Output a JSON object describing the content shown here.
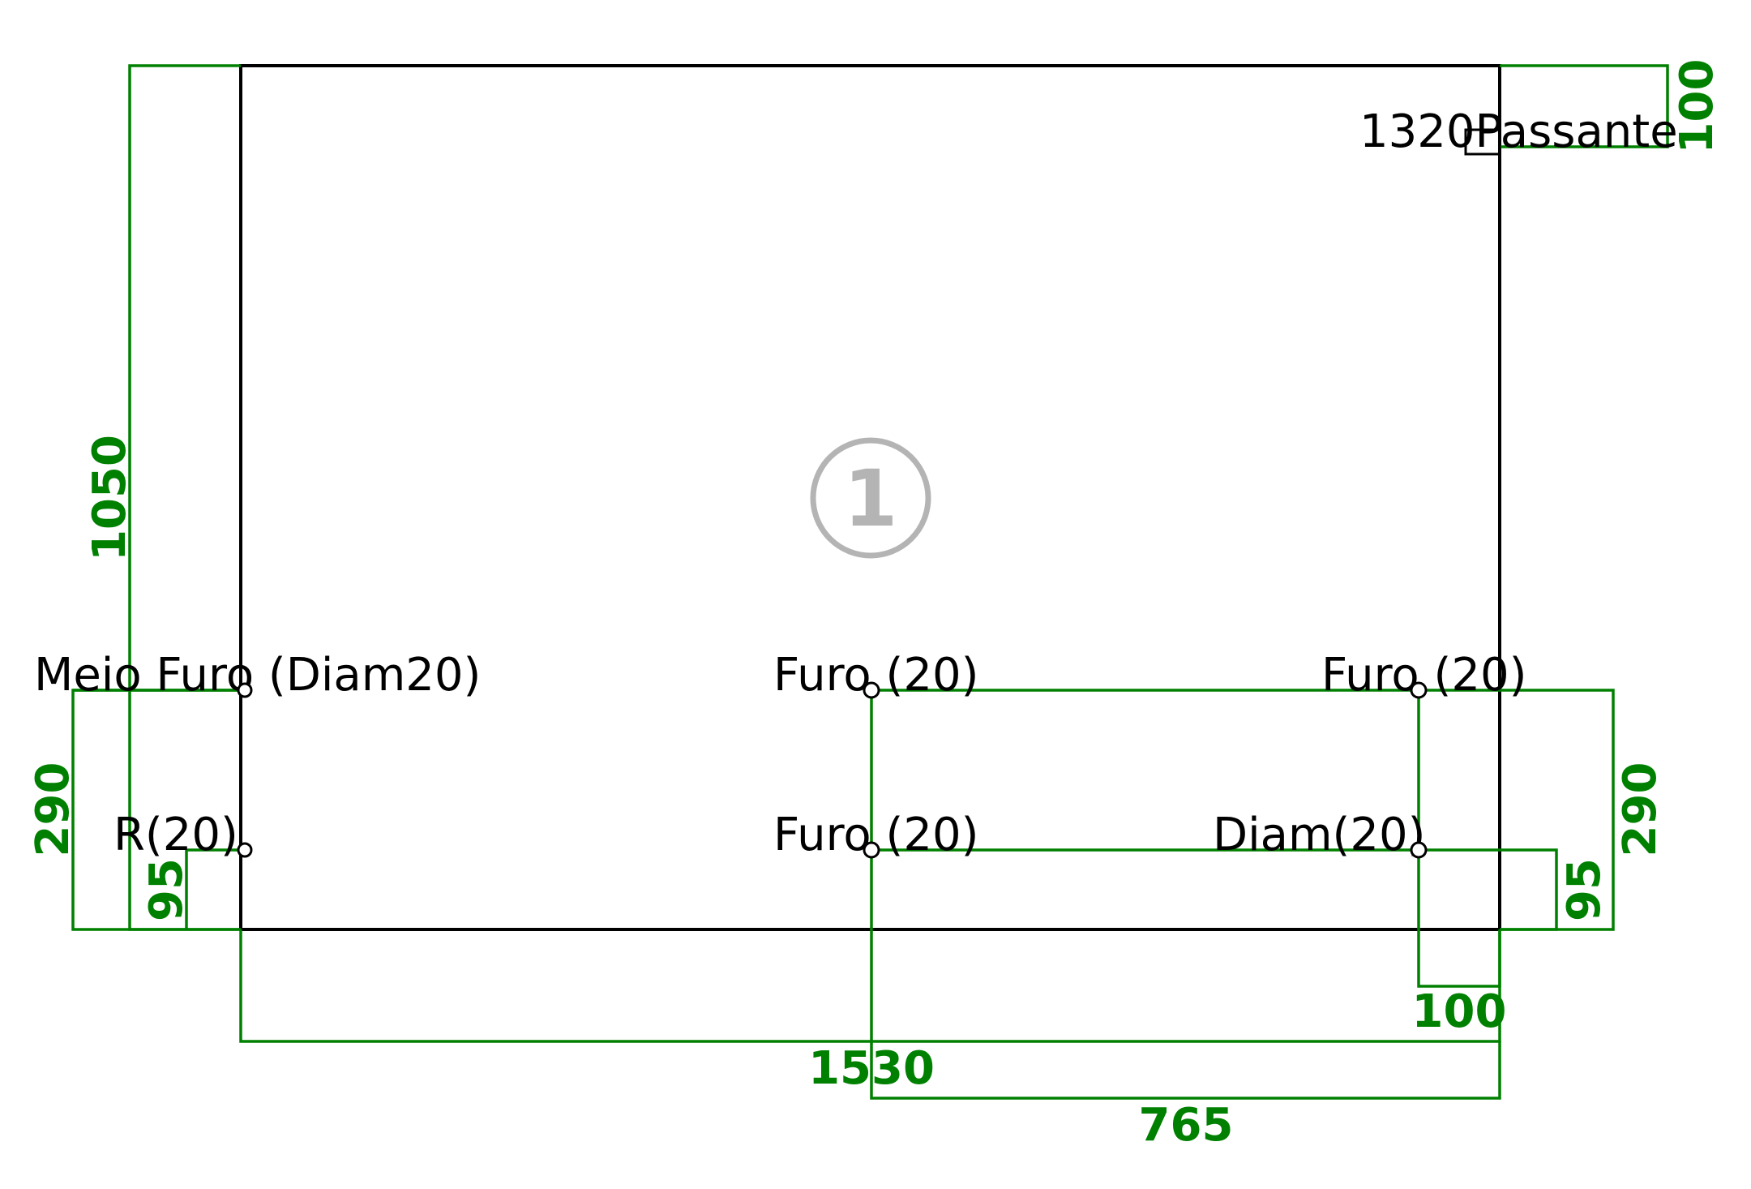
{
  "part_number": "1",
  "colors": {
    "outline": "#000000",
    "dimension": "#008000",
    "badge": "#b4b4b4"
  },
  "labels": {
    "top_right": "1320Passante",
    "half_hole": "Meio Furo (Diam20)",
    "hole_center_upper": "Furo (20)",
    "hole_right_upper": "Furo (20)",
    "hole_center_lower": "Furo (20)",
    "radius_left": "R(20)",
    "diam_right": "Diam(20)"
  },
  "dimensions": {
    "height_total": "1050",
    "top_right_offset": "100",
    "left_hole_height": "290",
    "left_low_offset": "95",
    "right_hole_height": "290",
    "right_low_offset": "95",
    "right_hole_inset": "100",
    "width_total": "1530",
    "center_offset": "765"
  }
}
